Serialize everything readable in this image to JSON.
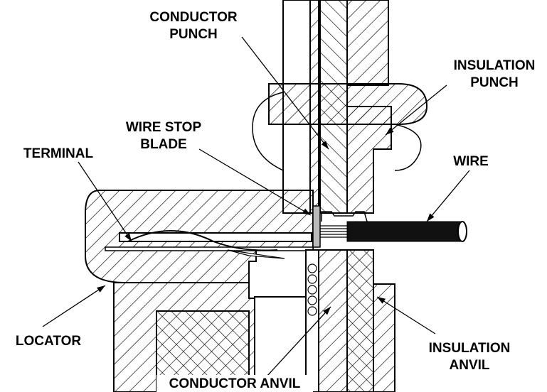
{
  "diagram": {
    "labels": {
      "conductor_punch_line1": "CONDUCTOR",
      "conductor_punch_line2": "PUNCH",
      "insulation_punch_line1": "INSULATION",
      "insulation_punch_line2": "PUNCH",
      "wire_stop_blade_line1": "WIRE STOP",
      "wire_stop_blade_line2": "BLADE",
      "terminal": "TERMINAL",
      "wire": "WIRE",
      "locator": "LOCATOR",
      "insulation_anvil_line1": "INSULATION",
      "insulation_anvil_line2": "ANVIL",
      "conductor_anvil": "CONDUCTOR ANVIL"
    },
    "colors": {
      "line": "#000000",
      "background": "#ffffff"
    }
  }
}
